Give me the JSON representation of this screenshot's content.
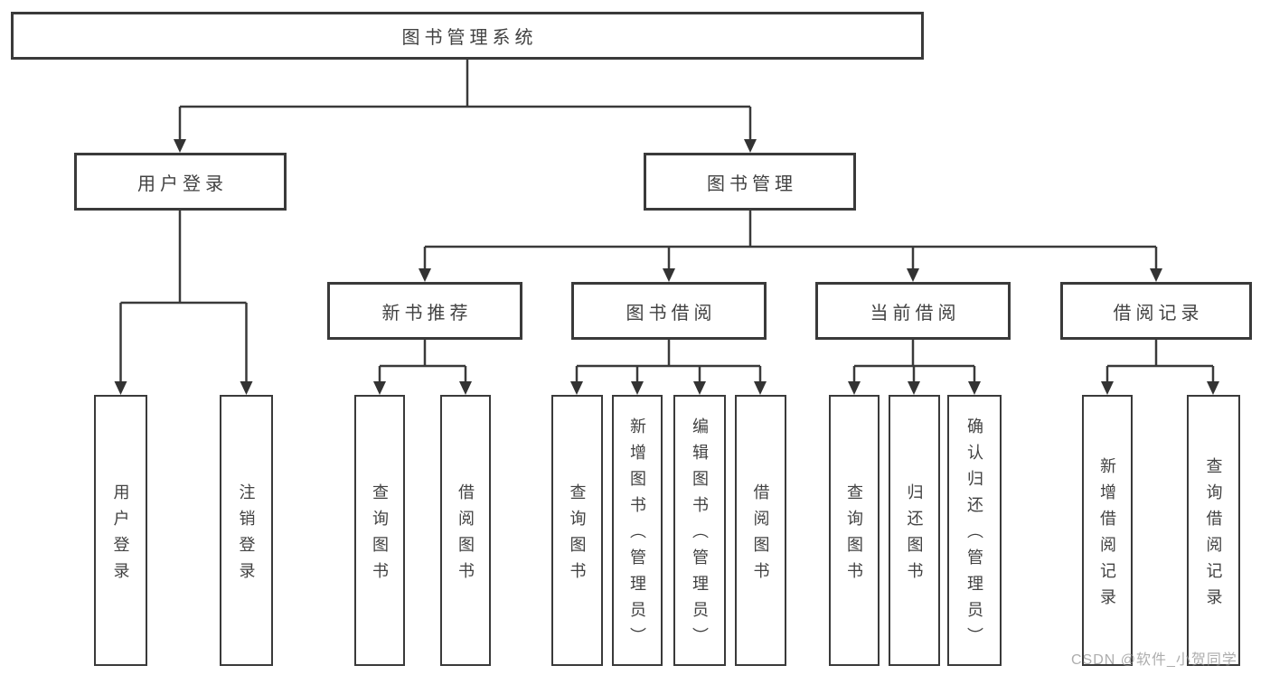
{
  "tree": {
    "root": {
      "label": "图书管理系统"
    },
    "children": [
      {
        "label": "用户登录",
        "children": [
          {
            "label": "用户登录"
          },
          {
            "label": "注销登录"
          }
        ]
      },
      {
        "label": "图书管理",
        "children": [
          {
            "label": "新书推荐",
            "children": [
              {
                "label": "查询图书"
              },
              {
                "label": "借阅图书"
              }
            ]
          },
          {
            "label": "图书借阅",
            "children": [
              {
                "label": "查询图书"
              },
              {
                "label": "新增图书（管理员）"
              },
              {
                "label": "编辑图书（管理员）"
              },
              {
                "label": "借阅图书"
              }
            ]
          },
          {
            "label": "当前借阅",
            "children": [
              {
                "label": "查询图书"
              },
              {
                "label": "归还图书"
              },
              {
                "label": "确认归还（管理员）"
              }
            ]
          },
          {
            "label": "借阅记录",
            "children": [
              {
                "label": "新增借阅记录"
              },
              {
                "label": "查询借阅记录"
              }
            ]
          }
        ]
      }
    ]
  },
  "watermark": "CSDN @软件_小贺同学",
  "colors": {
    "line": "#3a3a3a",
    "text": "#424242",
    "background": "#ffffff",
    "watermark": "#919191"
  }
}
